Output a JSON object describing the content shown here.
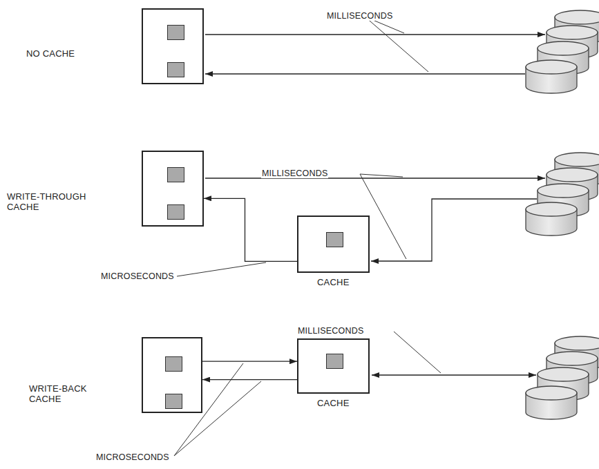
{
  "diagram": {
    "nodes": [
      {
        "text": [
          "NO CACHE"
        ]
      },
      {
        "text": [
          "WRITE-THROUGH CACHE"
        ]
      },
      {
        "text": [
          "CACHE"
        ]
      },
      {
        "text": [
          "WRITE-BACK CACHE"
        ]
      },
      {
        "text": [
          "CACHE"
        ]
      }
    ],
    "edges": [
      {
        "from": 2,
        "to": 1,
        "arrow": "to"
      },
      {
        "from": 3,
        "to": 4,
        "arrow": "to"
      },
      {
        "from": 4,
        "to": 3,
        "arrow": "to"
      }
    ],
    "labels": [
      "MILLISECONDS",
      "MILLISECONDS",
      "MICROSECONDS",
      "MILLISECONDS",
      "MICROSECONDS"
    ]
  }
}
